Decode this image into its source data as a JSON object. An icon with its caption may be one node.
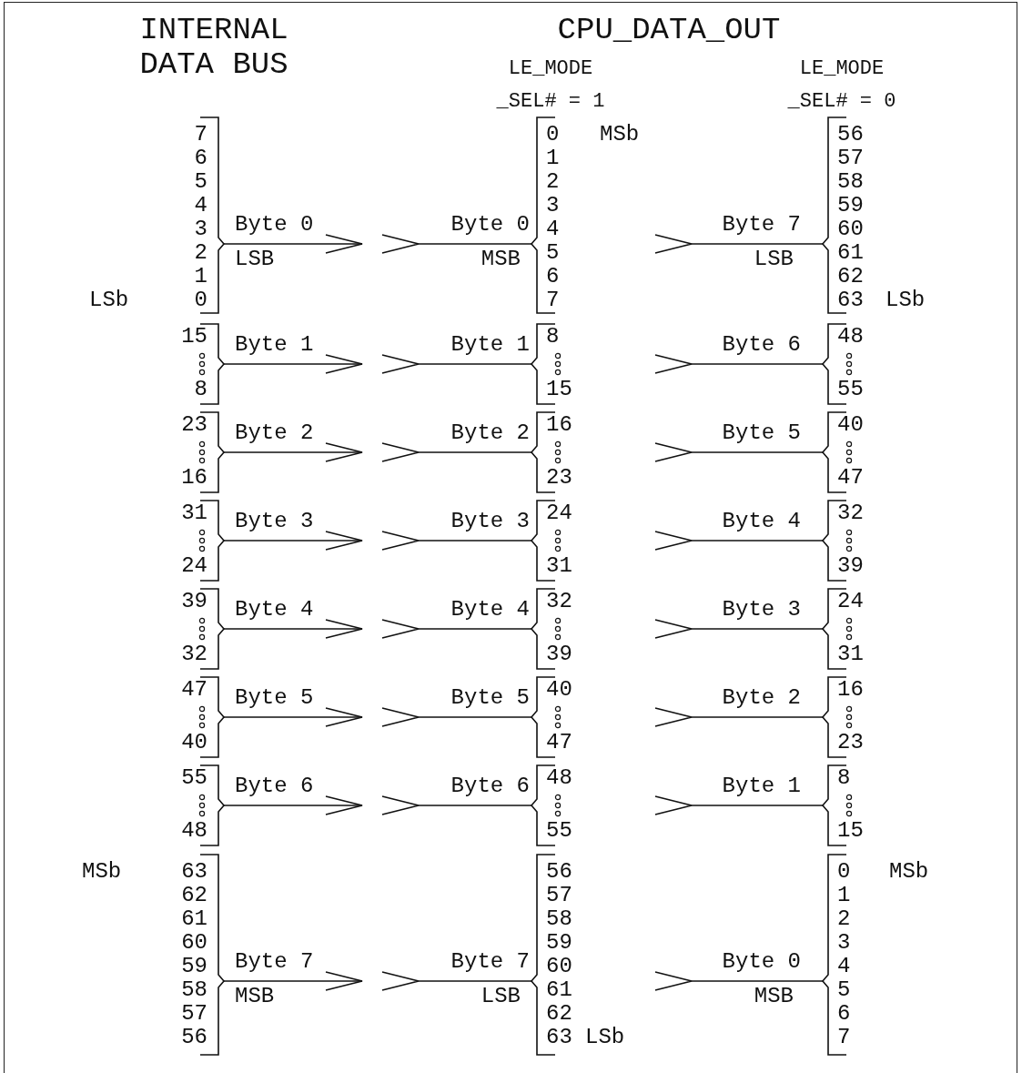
{
  "diagram": {
    "nodes": [
      {
        "text": [
          "7",
          "6",
          "5",
          "4",
          "3",
          "2",
          "1",
          "0"
        ],
        "beside": [
          "LSb"
        ]
      },
      {
        "text": [
          "0",
          "1",
          "2",
          "3",
          "4",
          "5",
          "6",
          "7"
        ],
        "beside": [
          "MSb"
        ]
      },
      {
        "text": [
          "56",
          "57",
          "58",
          "59",
          "60",
          "61",
          "62",
          "63"
        ],
        "beside": [
          "LSb"
        ]
      },
      {
        "text": [
          "15",
          "8"
        ]
      },
      {
        "text": [
          "8",
          "15"
        ]
      },
      {
        "text": [
          "48",
          "55"
        ]
      },
      {
        "text": [
          "23",
          "16"
        ]
      },
      {
        "text": [
          "16",
          "23"
        ]
      },
      {
        "text": [
          "40",
          "47"
        ]
      },
      {
        "text": [
          "31",
          "24"
        ]
      },
      {
        "text": [
          "24",
          "31"
        ]
      },
      {
        "text": [
          "32",
          "39"
        ]
      },
      {
        "text": [
          "39",
          "32"
        ]
      },
      {
        "text": [
          "32",
          "39"
        ]
      },
      {
        "text": [
          "24",
          "31"
        ]
      },
      {
        "text": [
          "47",
          "40"
        ]
      },
      {
        "text": [
          "40",
          "47"
        ]
      },
      {
        "text": [
          "16",
          "23"
        ]
      },
      {
        "text": [
          "55",
          "48"
        ]
      },
      {
        "text": [
          "48",
          "55"
        ]
      },
      {
        "text": [
          "8",
          "15"
        ]
      },
      {
        "text": [
          "63",
          "62",
          "61",
          "60",
          "59",
          "58",
          "57",
          "56"
        ],
        "beside": [
          "MSb"
        ]
      },
      {
        "text": [
          "56",
          "57",
          "58",
          "59",
          "60",
          "61",
          "62",
          "63"
        ],
        "beside": [
          "LSb"
        ]
      },
      {
        "text": [
          "0",
          "1",
          "2",
          "3",
          "4",
          "5",
          "6",
          "7"
        ],
        "beside": [
          "MSb"
        ]
      }
    ],
    "edges": [
      {
        "from": 0,
        "to": null,
        "arrow": "to",
        "label": "Byte 0"
      },
      {
        "from": 1,
        "to": null,
        "arrow": "to",
        "label": "Byte 0"
      },
      {
        "from": 2,
        "to": null,
        "arrow": "to",
        "label": "Byte 7"
      },
      {
        "from": 3,
        "to": null,
        "arrow": "to",
        "label": "Byte 1"
      },
      {
        "from": 4,
        "to": null,
        "arrow": "to",
        "label": "Byte 1"
      },
      {
        "from": 5,
        "to": null,
        "arrow": "to",
        "label": "Byte 6"
      },
      {
        "from": 6,
        "to": null,
        "arrow": "to",
        "label": "Byte 2"
      },
      {
        "from": 7,
        "to": null,
        "arrow": "to",
        "label": "Byte 2"
      },
      {
        "from": 8,
        "to": null,
        "arrow": "to",
        "label": "Byte 5"
      },
      {
        "from": 9,
        "to": null,
        "arrow": "to",
        "label": "Byte 3"
      },
      {
        "from": 10,
        "to": null,
        "arrow": "to",
        "label": "Byte 3"
      },
      {
        "from": 11,
        "to": null,
        "arrow": "to",
        "label": "Byte 4"
      },
      {
        "from": 12,
        "to": null,
        "arrow": "to",
        "label": "Byte 4"
      },
      {
        "from": 13,
        "to": null,
        "arrow": "to",
        "label": "Byte 4"
      },
      {
        "from": 14,
        "to": null,
        "arrow": "to",
        "label": "Byte 3"
      },
      {
        "from": 15,
        "to": null,
        "arrow": "to",
        "label": "Byte 5"
      },
      {
        "from": 16,
        "to": null,
        "arrow": "to",
        "label": "Byte 5"
      },
      {
        "from": 17,
        "to": null,
        "arrow": "to",
        "label": "Byte 2"
      },
      {
        "from": 18,
        "to": null,
        "arrow": "to",
        "label": "Byte 6"
      },
      {
        "from": 19,
        "to": null,
        "arrow": "to",
        "label": "Byte 6"
      },
      {
        "from": 20,
        "to": null,
        "arrow": "to",
        "label": "Byte 1"
      },
      {
        "from": 21,
        "to": null,
        "arrow": "to",
        "label": "Byte 7"
      },
      {
        "from": 22,
        "to": null,
        "arrow": "to",
        "label": "Byte 7"
      },
      {
        "from": 23,
        "to": null,
        "arrow": "to",
        "label": "Byte 0"
      }
    ],
    "labels": [
      "INTERNAL DATA BUS",
      "CPU_DATA_OUT",
      "LE_MODE _SEL# = 1",
      "LE_MODE _SEL# = 0",
      "LSB",
      "MSB",
      "LSB",
      "MSB",
      "LSB",
      "MSB"
    ]
  }
}
